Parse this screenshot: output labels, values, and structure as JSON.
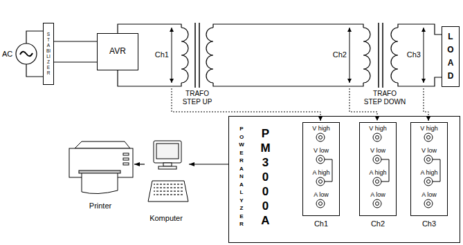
{
  "diagram": {
    "nodes": [
      {
        "text": [
          "STABILIZER"
        ]
      },
      {
        "text": [
          "AVR"
        ]
      },
      {
        "text": [
          "LOAD"
        ]
      },
      {
        "text": [
          "POWER ANALYZER",
          "PM 3000A"
        ]
      },
      {
        "text": [
          "V high",
          "V low",
          "A high",
          "A low",
          "Ch1"
        ],
        "in": 3
      },
      {
        "text": [
          "V high",
          "V low",
          "A high",
          "A low",
          "Ch2"
        ],
        "in": 3
      },
      {
        "text": [
          "V high",
          "V low",
          "A high",
          "A low",
          "Ch3"
        ],
        "in": 3
      },
      {
        "text": [
          "Komputer"
        ]
      },
      {
        "text": [
          "Printer"
        ]
      }
    ],
    "edges": [
      {
        "from": 0,
        "to": 1,
        "arrow": "none"
      },
      {
        "from": 0,
        "to": 1,
        "arrow": "none"
      },
      {
        "from": 3,
        "to": 7,
        "arrow": "to"
      },
      {
        "from": 7,
        "to": 8,
        "arrow": "to"
      }
    ],
    "labels": [
      "AC",
      "Ch1",
      "Ch2",
      "Ch3",
      "TRAFO STEP UP",
      "TRAFO STEP DOWN"
    ]
  }
}
